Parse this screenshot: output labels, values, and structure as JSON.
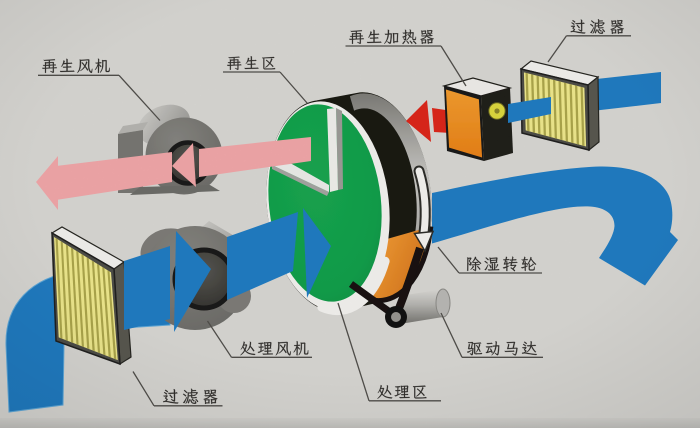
{
  "diagram": {
    "type": "desiccant rotary wheel dehumidifier schematic",
    "labels": {
      "regen_fan": {
        "text": "再生风机"
      },
      "regen_zone": {
        "text": "再生区"
      },
      "regen_heater": {
        "text": "再生加热器"
      },
      "filter_top": {
        "text": "过滤器"
      },
      "filter_bottom": {
        "text": "过滤器"
      },
      "process_fan": {
        "text": "处理风机"
      },
      "process_zone": {
        "text": "处理区"
      },
      "desiccant_wheel": {
        "text": "除湿转轮"
      },
      "drive_motor": {
        "text": "驱动马达"
      }
    },
    "colors": {
      "background": "#d8d7d3",
      "process_air_blue": "#1b7ac2",
      "regeneration_hot_air_red": "#dd2114",
      "regeneration_exhaust_pink": "#f2a6a8",
      "wheel_face_green": "#0f9e47",
      "heater_orange": "#ef8c1a",
      "filter_media_yellow": "#eee785",
      "label_text": "#2e2c29"
    }
  }
}
